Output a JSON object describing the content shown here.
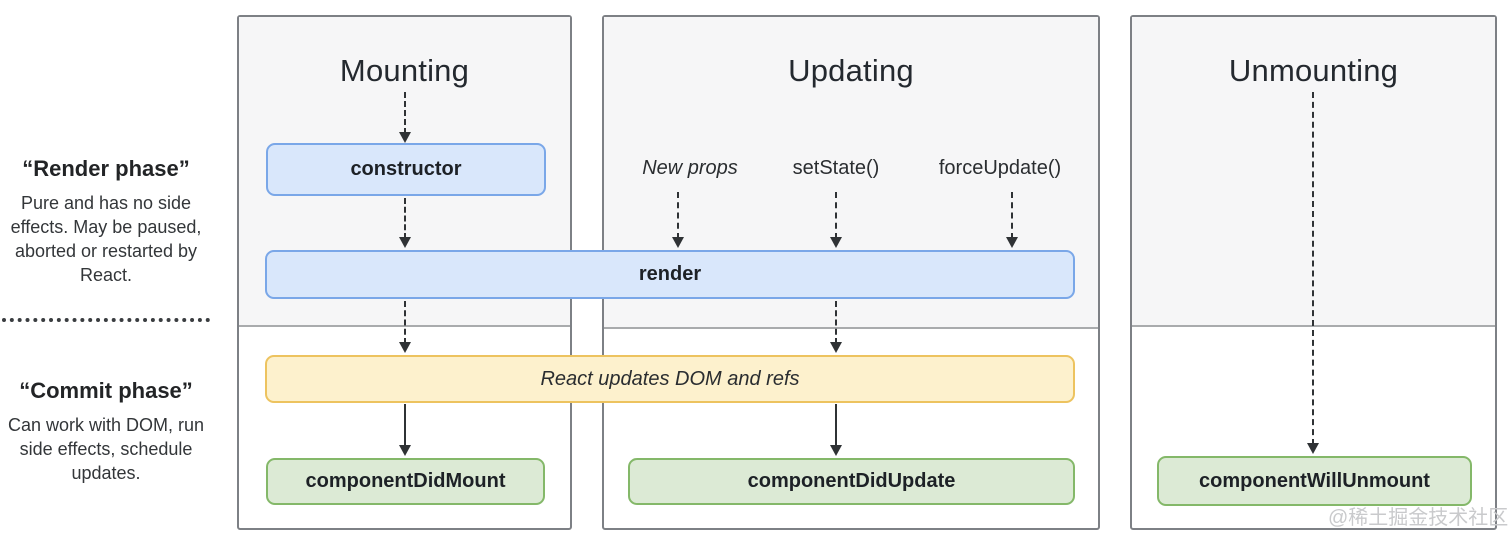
{
  "watermark": "@稀土掘金技术社区",
  "side": {
    "render_phase_title": "“Render phase”",
    "render_phase_desc": "Pure and has no side effects. May be paused, aborted or restarted by React.",
    "commit_phase_title": "“Commit phase”",
    "commit_phase_desc": "Can work with DOM, run side effects, schedule updates."
  },
  "columns": {
    "mounting": {
      "title": "Mounting"
    },
    "updating": {
      "title": "Updating"
    },
    "unmounting": {
      "title": "Unmounting"
    }
  },
  "triggers": {
    "new_props": "New props",
    "set_state": "setState()",
    "force_update": "forceUpdate()"
  },
  "nodes": {
    "constructor": "constructor",
    "render": "render",
    "react_updates_dom": "React updates DOM and refs",
    "component_did_mount": "componentDidMount",
    "component_did_update": "componentDidUpdate",
    "component_will_unmount": "componentWillUnmount"
  },
  "colors": {
    "box_blue_fill": "#d9e7fb",
    "box_blue_border": "#7aa7e8",
    "box_green_fill": "#dcead5",
    "box_green_border": "#84b869",
    "box_yellow_fill": "#fdf1cd",
    "box_yellow_border": "#edc35f",
    "column_border": "#7d8085",
    "render_phase_bg": "#f6f6f7"
  }
}
